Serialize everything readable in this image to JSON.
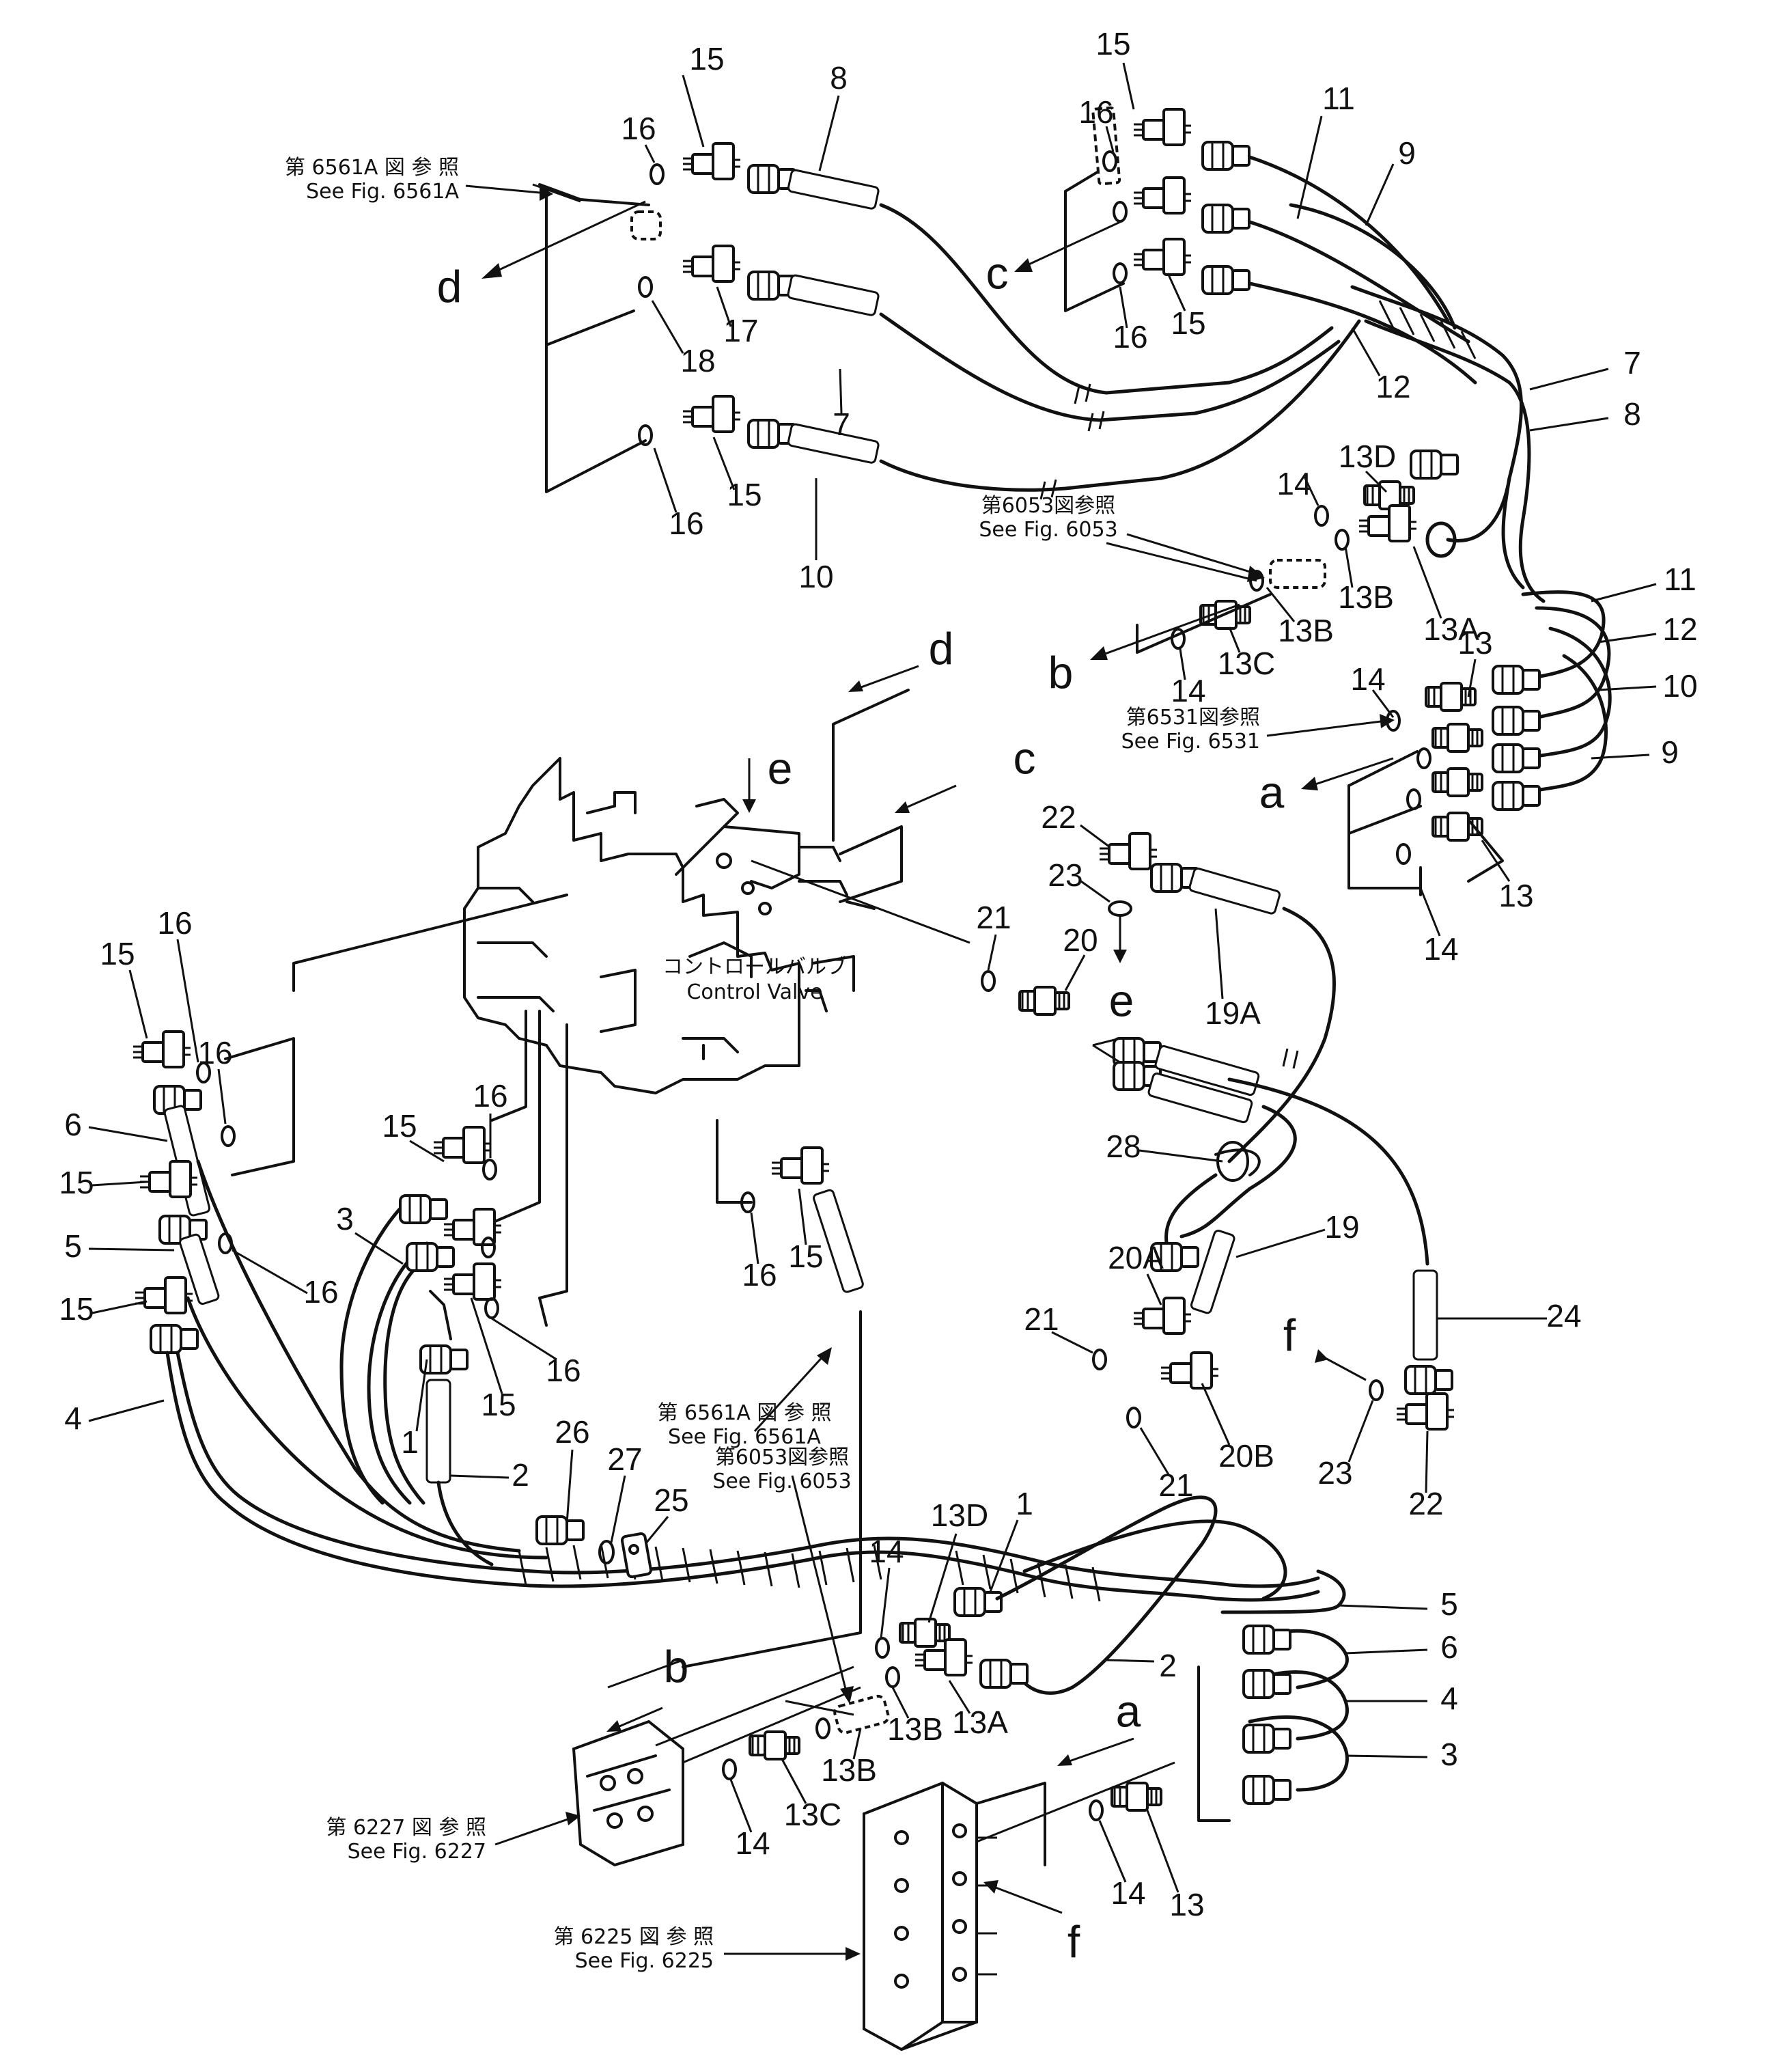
{
  "labels": {
    "l15a": "15",
    "l16a": "16",
    "l8a": "8",
    "l17": "17",
    "l18": "18",
    "l7a": "7",
    "l15b": "15",
    "l16b": "16",
    "l10a": "10",
    "l15c": "15",
    "l16c": "16",
    "l11a": "11",
    "l9a": "9",
    "l16d": "16",
    "l15d": "15",
    "l12a": "12",
    "l7b": "7",
    "l8b": "8",
    "l14a": "14",
    "l13Da": "13D",
    "l13Ba": "13B",
    "l13Aa": "13A",
    "l13Bb": "13B",
    "l13Ca": "13C",
    "l14b": "14",
    "l11b": "11",
    "l12b": "12",
    "l10b": "10",
    "l9b": "9",
    "l13a": "13",
    "l14c": "14",
    "l13b": "13",
    "l14d": "14",
    "l22a": "22",
    "l23a": "23",
    "l21a": "21",
    "l20": "20",
    "l19A": "19A",
    "l16e": "16",
    "l15e": "15",
    "l16f": "16",
    "l6a": "6",
    "l15f": "15",
    "l5a": "5",
    "l15g": "15",
    "l4a": "4",
    "l16g": "16",
    "l3a": "3",
    "l15h": "15",
    "l16h": "16",
    "l1a": "1",
    "l15i": "15",
    "l16i": "16",
    "l2a": "2",
    "l26": "26",
    "l27": "27",
    "l25": "25",
    "l16j": "16",
    "l15j": "15",
    "l28": "28",
    "l19": "19",
    "l20A": "20A",
    "l21b": "21",
    "l21c": "21",
    "l20B": "20B",
    "l24": "24",
    "l23b": "23",
    "l22b": "22",
    "l14e": "14",
    "l13Db": "13D",
    "l1b": "1",
    "l2b": "2",
    "l13Bc": "13B",
    "l13Bd": "13B",
    "l13Ab": "13A",
    "l14f": "14",
    "l13Cb": "13C",
    "l5b": "5",
    "l6b": "6",
    "l4b": "4",
    "l3b": "3",
    "l14g": "14",
    "l13c": "13"
  },
  "letters": {
    "d1": "d",
    "c1": "c",
    "b1": "b",
    "a1": "a",
    "d2": "d",
    "c2": "c",
    "e1": "e",
    "e2": "e",
    "f1": "f",
    "b2": "b",
    "a2": "a",
    "f2": "f"
  },
  "references": {
    "r6561A_top": {
      "jp": "第 6561A 図 参 照",
      "en": "See Fig. 6561A"
    },
    "r6053_top": {
      "jp": "第6053図参照",
      "en": "See  Fig. 6053"
    },
    "r6531": {
      "jp": "第6531図参照",
      "en": "See  Fig. 6531"
    },
    "r6561A_mid": {
      "jp": "第 6561A 図 参 照",
      "en": "See Fig. 6561A"
    },
    "r6053_mid": {
      "jp": "第6053図参照",
      "en": "See  Fig. 6053"
    },
    "r6227": {
      "jp": "第 6227 図 参 照",
      "en": "See Fig. 6227"
    },
    "r6225": {
      "jp": "第 6225 図 参 照",
      "en": "See Fig. 6225"
    }
  },
  "control_valve": {
    "jp": "コントロールバルブ",
    "en": "Control  Valve"
  },
  "icons": [
    "elbow-fitting-icon",
    "o-ring-icon",
    "straight-adapter-icon",
    "hose-nut-icon",
    "bolt-icon",
    "washer-icon",
    "clamp-icon"
  ]
}
